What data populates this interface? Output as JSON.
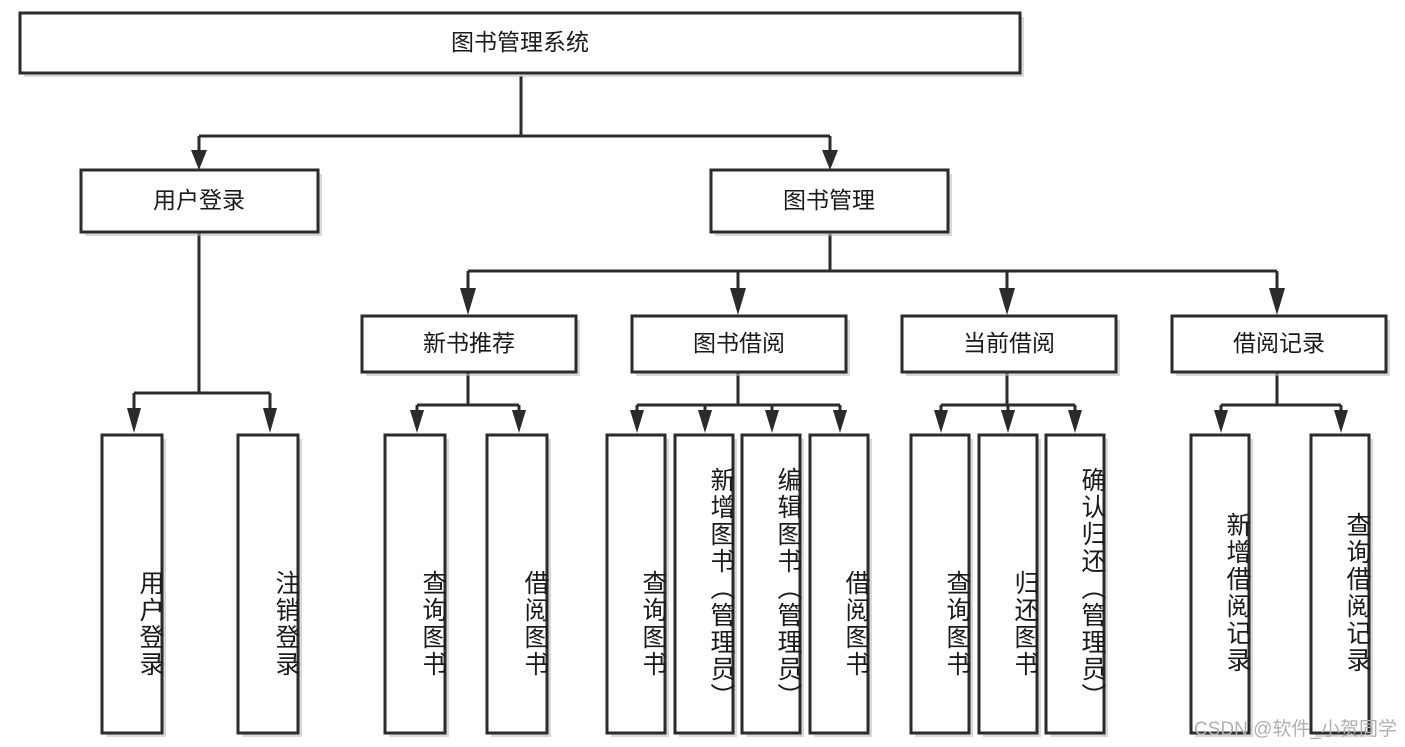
{
  "diagram": {
    "title": "图书管理系统",
    "type": "tree-hierarchy",
    "watermark": "CSDN @软件_小贺同学",
    "colors": {
      "box_stroke": "#2b2b2b",
      "box_fill": "#ffffff",
      "text": "#1a1a1a",
      "watermark": "#b0b0b0",
      "background": "#ffffff"
    },
    "root": {
      "label": "图书管理系统"
    },
    "level2": [
      {
        "label": "用户登录"
      },
      {
        "label": "图书管理"
      }
    ],
    "level3": [
      {
        "label": "新书推荐"
      },
      {
        "label": "图书借阅"
      },
      {
        "label": "当前借阅"
      },
      {
        "label": "借阅记录"
      }
    ],
    "leaves": {
      "user_login": [
        {
          "label": "用户登录"
        },
        {
          "label": "注销登录"
        }
      ],
      "new_book_recommend": [
        {
          "label": "查询图书"
        },
        {
          "label": "借阅图书"
        }
      ],
      "book_borrow": [
        {
          "label": "查询图书"
        },
        {
          "label": "新增图书（管理员）"
        },
        {
          "label": "编辑图书（管理员）"
        },
        {
          "label": "借阅图书"
        }
      ],
      "current_borrow": [
        {
          "label": "查询图书"
        },
        {
          "label": "归还图书"
        },
        {
          "label": "确认归还（管理员）"
        }
      ],
      "borrow_record": [
        {
          "label": "新增借阅记录"
        },
        {
          "label": "查询借阅记录"
        }
      ]
    }
  }
}
